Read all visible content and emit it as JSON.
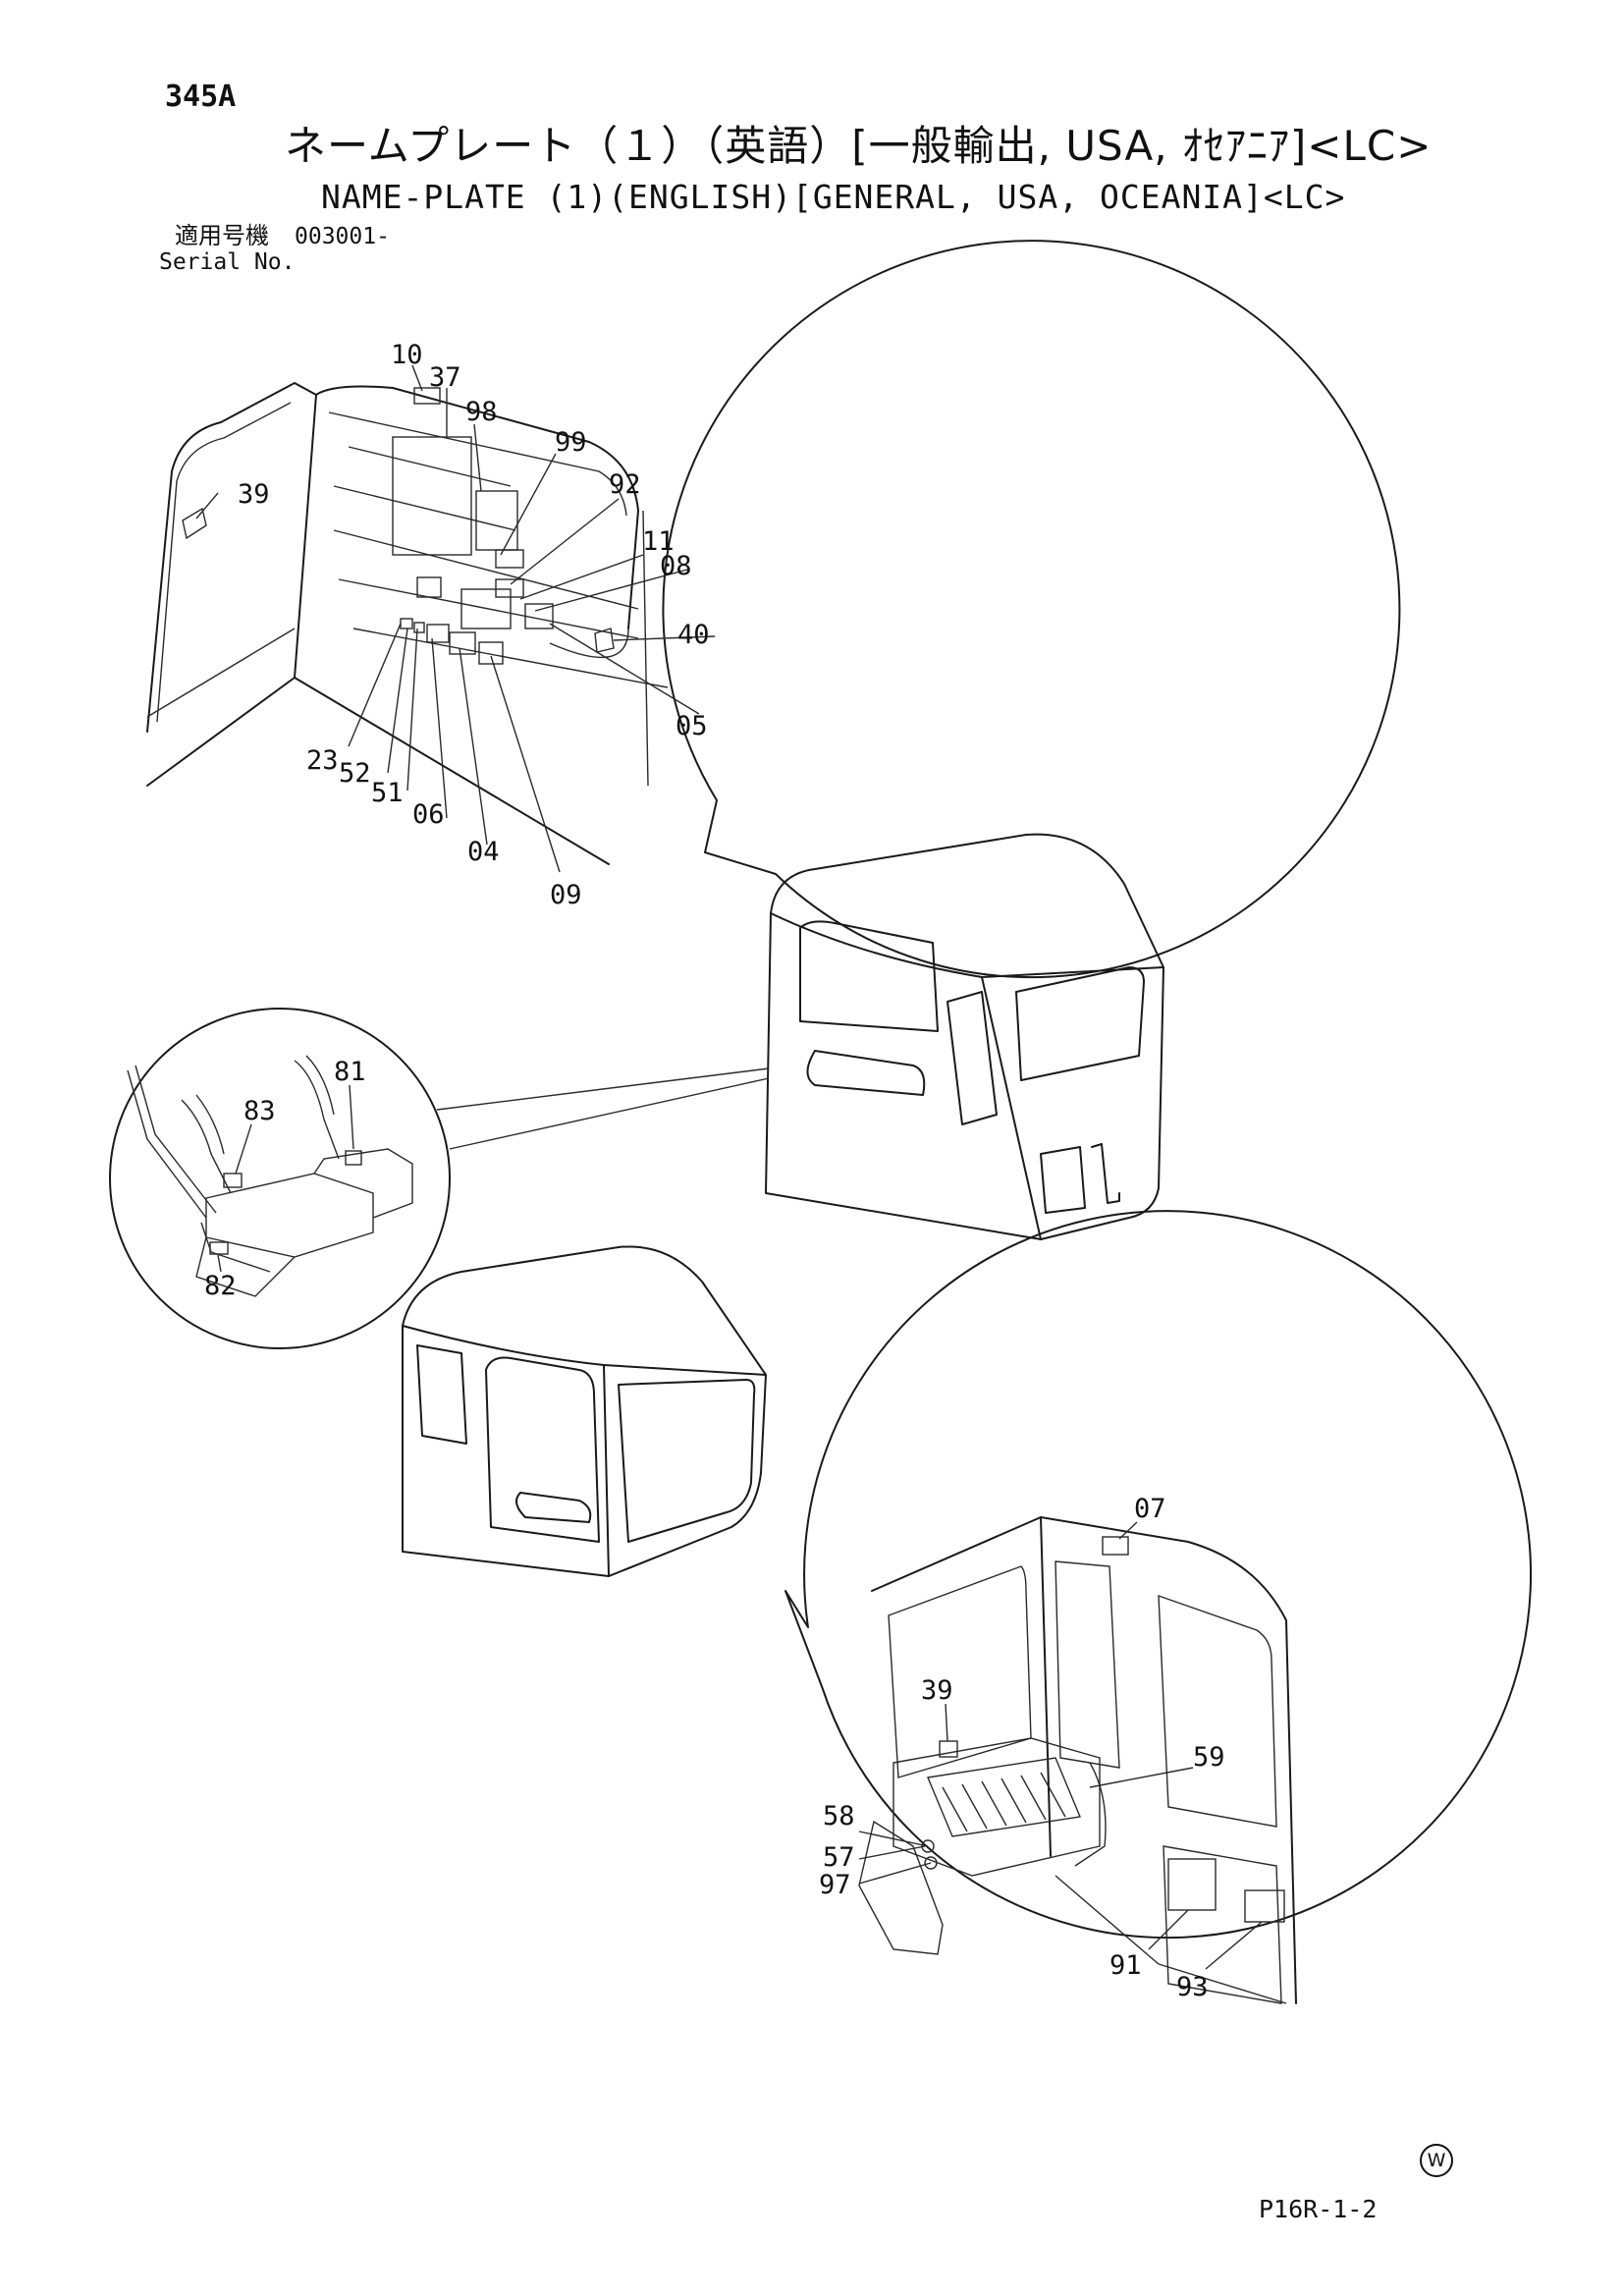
{
  "header": {
    "page_code": "345A",
    "title_ja": "ネームプレート（１）（英語）[一般輸出, USA, ｵｾｱﾆｱ]<LC>",
    "title_en": "NAME-PLATE (1)(ENGLISH)[GENERAL, USA, OCEANIA]<LC>",
    "serial_label_ja": "適用号機",
    "serial_value": "003001-",
    "serial_label_en": "Serial No."
  },
  "callouts": {
    "top_circle": [
      "10",
      "37",
      "98",
      "99",
      "92",
      "11",
      "08",
      "40",
      "05",
      "39",
      "23",
      "52",
      "51",
      "06",
      "04",
      "09"
    ],
    "lever_circle": [
      "81",
      "83",
      "82"
    ],
    "bottom_circle": [
      "07",
      "39",
      "59",
      "58",
      "57",
      "97",
      "91",
      "93"
    ]
  },
  "footer": {
    "mark": "W",
    "drawing_code": "P16R-1-2"
  }
}
